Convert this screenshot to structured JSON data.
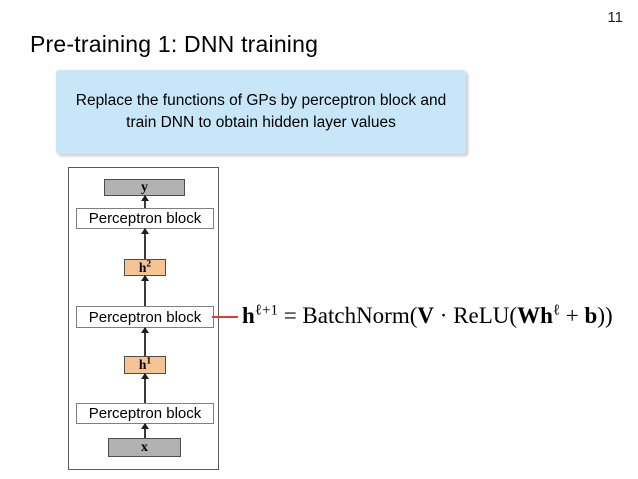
{
  "page": {
    "number": "11"
  },
  "title": "Pre-training 1: DNN training",
  "callout": {
    "line1": "Replace the functions of GPs by perceptron block and",
    "line2": "train DNN to obtain hidden layer values",
    "background": "#c7e6f8"
  },
  "diagram": {
    "output_label": "y",
    "input_label": "x",
    "block_label": "Perceptron block",
    "hidden2": {
      "base": "h",
      "sup": "2"
    },
    "hidden1": {
      "base": "h",
      "sup": "1"
    },
    "colors": {
      "io_fill": "#b2b2b2",
      "hidden_fill": "#f5c394",
      "block_border": "#7f7f7f",
      "pointer_red": "#e73b28"
    }
  },
  "equation": {
    "h": "h",
    "sup_l_plus_1": "ℓ+1",
    "equals_batchnorm": " = BatchNorm(",
    "V": "V",
    "cdot": " · ",
    "relu_open": "ReLU(",
    "Wh": "Wh",
    "sup_l": "ℓ",
    "plus": " + ",
    "b": "b",
    "close_parens": "))"
  }
}
